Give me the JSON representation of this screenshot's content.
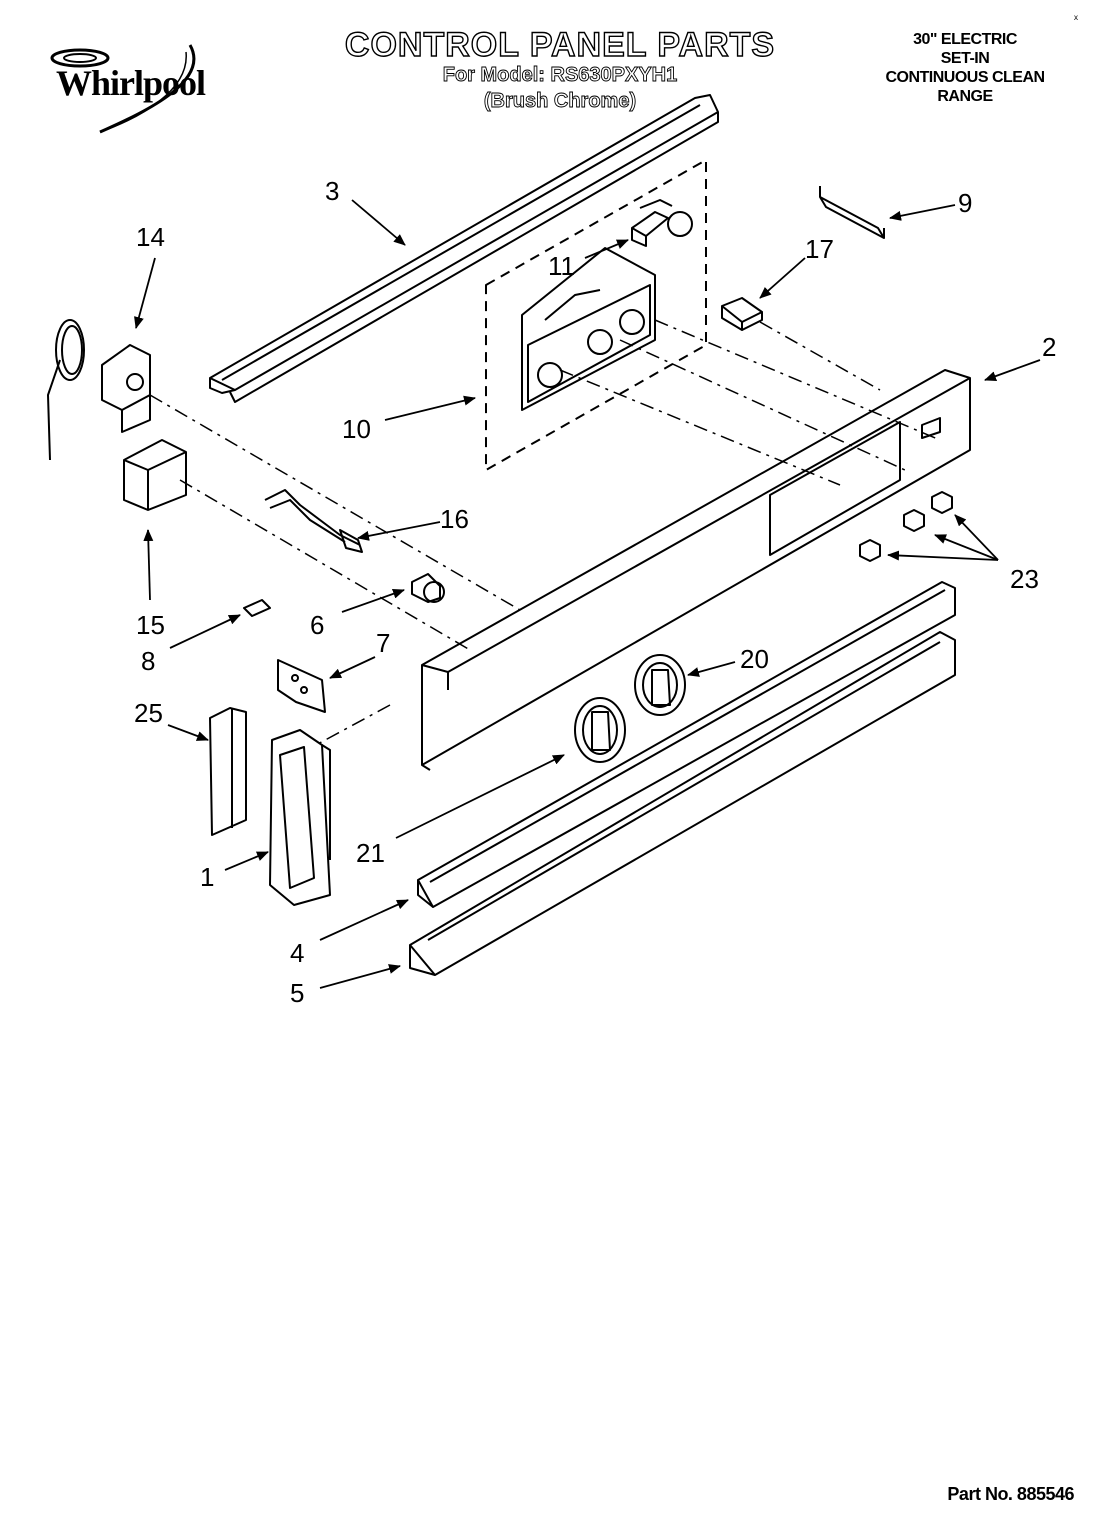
{
  "header": {
    "brand": "Whirlpool",
    "title": "CONTROL PANEL PARTS",
    "model_line": "For Model: RS630PXYH1",
    "finish_line": "(Brush Chrome)",
    "range_lines": [
      "30\" ELECTRIC",
      "SET-IN",
      "CONTINUOUS CLEAN",
      "RANGE"
    ]
  },
  "footer": {
    "part_number": "Part No. 885546"
  },
  "corner_mark": "ˣ",
  "callouts": {
    "c1": "1",
    "c2": "2",
    "c3": "3",
    "c4": "4",
    "c5": "5",
    "c6": "6",
    "c7": "7",
    "c8": "8",
    "c9": "9",
    "c10": "10",
    "c11": "11",
    "c14": "14",
    "c15": "15",
    "c16": "16",
    "c17": "17",
    "c20": "20",
    "c21": "21",
    "c23": "23",
    "c25": "25"
  }
}
